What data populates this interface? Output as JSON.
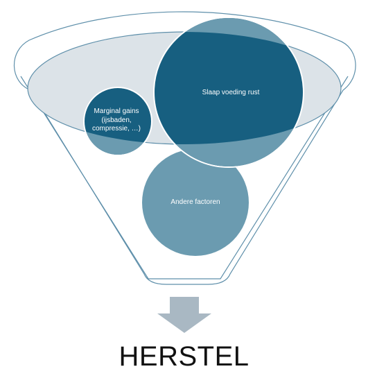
{
  "diagram": {
    "type": "funnel",
    "colors": {
      "outline": "#5E8FAA",
      "rim_fill": "#DCE3E8",
      "bubble_light": "#6B9BB0",
      "bubble_dark": "#175F80",
      "arrow": "#A9B8C3",
      "text_on_bubble": "#FFFFFF"
    },
    "bubbles": [
      {
        "id": "marginal",
        "label": "Marginal gains (ijsbaden, compressie, …)",
        "color": "bubble_dark"
      },
      {
        "id": "slaap",
        "label": "Slaap voeding rust",
        "color": "bubble_dark"
      },
      {
        "id": "andere",
        "label": "Andere factoren",
        "color": "bubble_light"
      }
    ],
    "result": {
      "label": "HERSTEL"
    }
  }
}
